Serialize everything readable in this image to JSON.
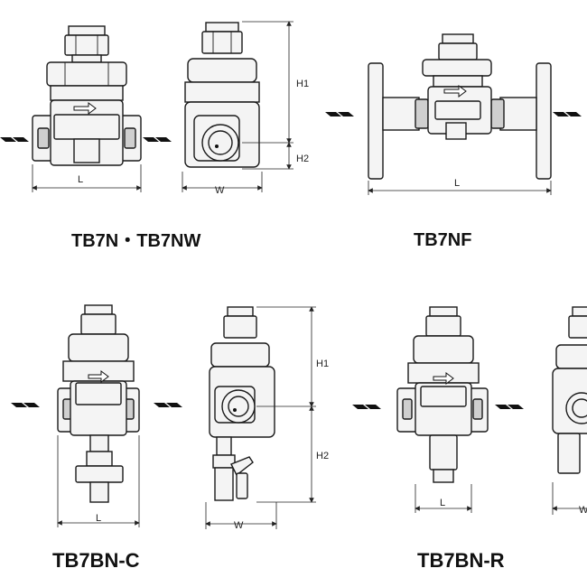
{
  "captions": {
    "tb7n": "TB7N・TB7NW",
    "tb7nf": "TB7NF",
    "tb7bnc": "TB7BN-C",
    "tb7bnr": "TB7BN-R"
  },
  "dimensions": {
    "length": "L",
    "width": "W",
    "height1": "H1",
    "height2": "H2"
  },
  "colors": {
    "line": "#1a1a1a",
    "fill": "#f4f4f4",
    "shade": "#cfcfcf"
  }
}
